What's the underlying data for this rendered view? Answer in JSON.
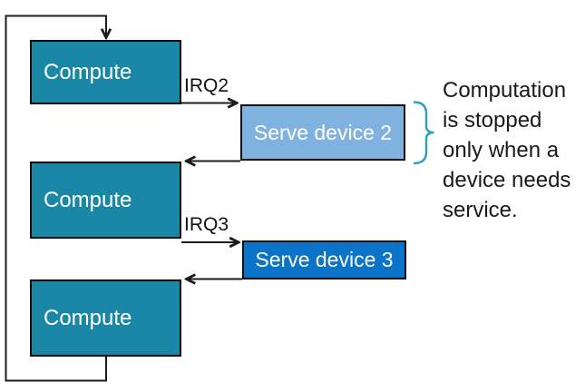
{
  "diagram": {
    "compute_boxes": [
      {
        "label": "Compute"
      },
      {
        "label": "Compute"
      },
      {
        "label": "Compute"
      }
    ],
    "serve_boxes": [
      {
        "label": "Serve device 2"
      },
      {
        "label": "Serve device 3"
      }
    ],
    "irq_labels": [
      {
        "label": "IRQ2"
      },
      {
        "label": "IRQ3"
      }
    ],
    "annotation": {
      "lines": [
        "Computation",
        "is stopped",
        "only when a",
        "device needs",
        "service."
      ]
    },
    "colors": {
      "compute_fill": "#1987A5",
      "serve2_fill": "#7FB2DF",
      "serve3_fill": "#0B74C8",
      "border": "#0B0B0B",
      "line": "#1C1C1C",
      "brace": "#2AA0BE",
      "text": "#1A1A1A"
    }
  }
}
